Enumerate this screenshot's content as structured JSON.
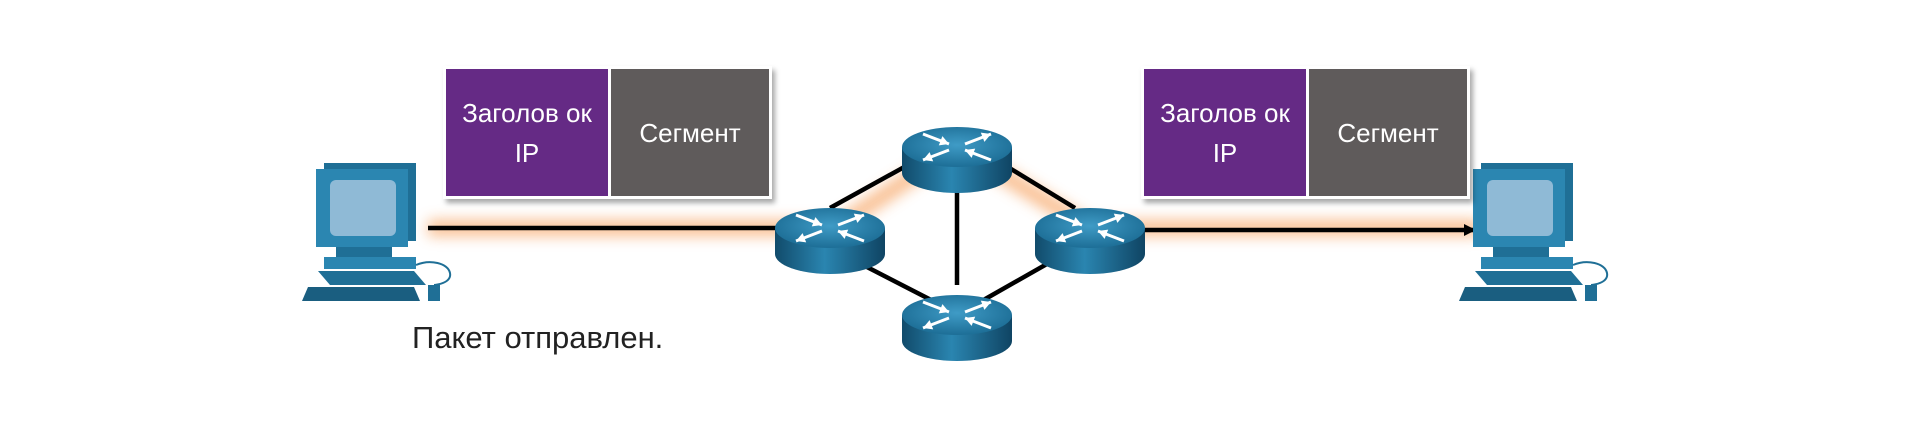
{
  "colors": {
    "header_fill": "#652a85",
    "segment_fill": "#5f5b5b",
    "device_blue": "#1f6f96",
    "screen_blue": "#8fbad6",
    "link": "#000000",
    "glow": "#f7a86a"
  },
  "packets": [
    {
      "header_text": "Заголов ок\nIP",
      "segment_text": "Сегмент"
    },
    {
      "header_text": "Заголов ок\nIP",
      "segment_text": "Сегмент"
    }
  ],
  "caption": "Пакет отправлен.",
  "icons": {
    "source_host": "desktop-computer-icon",
    "destination_host": "desktop-computer-icon",
    "routers": [
      "router-icon",
      "router-icon",
      "router-icon",
      "router-icon"
    ]
  }
}
